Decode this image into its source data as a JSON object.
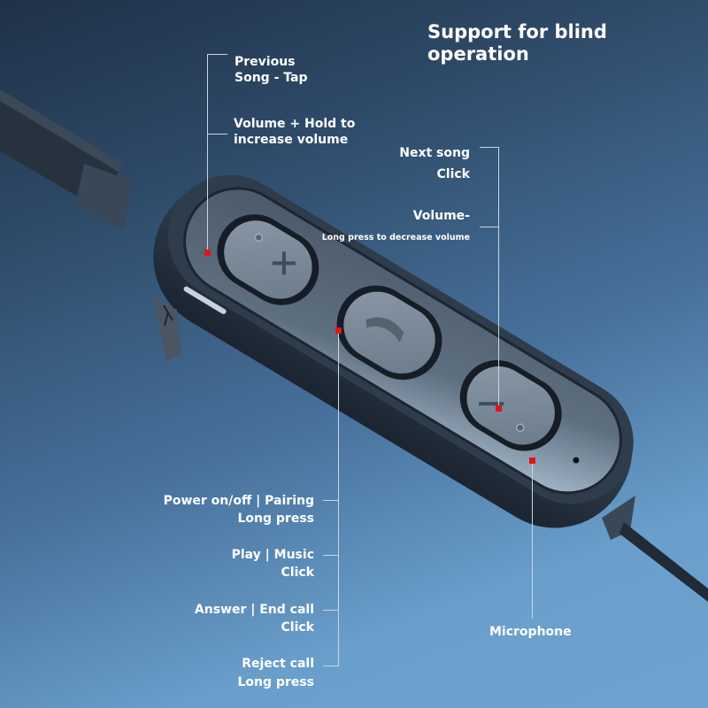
{
  "title": "Support for blind operation",
  "colors": {
    "background_top": "#1f3148",
    "background_bottom": "#6fa2cf",
    "marker": "#e01616",
    "leader_line": "#c9d6e3",
    "device_body": "#26323f",
    "button_face": "#7f8e9c"
  },
  "device": {
    "buttons": [
      {
        "name": "volume-up",
        "icon": "plus-icon"
      },
      {
        "name": "multifunction",
        "icon": "phone-handset-icon"
      },
      {
        "name": "volume-down",
        "icon": "minus-icon"
      }
    ],
    "microphone": {
      "icon": "microphone-hole-icon"
    },
    "charging_port": {
      "icon": "usb-icon"
    }
  },
  "callouts": {
    "volume_up": {
      "line1_a": "Previous",
      "line1_b": "Song - Tap",
      "line2_a": "Volume + Hold to",
      "line2_b": "increase volume"
    },
    "volume_down": {
      "line1_a": "Next song",
      "line1_b": "Click",
      "line2_a": "Volume-",
      "line2_b": "Long press to decrease volume"
    },
    "multifunction": [
      {
        "action": "Power on/off | Pairing",
        "gesture": "Long press"
      },
      {
        "action": "Play | Music",
        "gesture": "Click"
      },
      {
        "action": "Answer | End call",
        "gesture": "Click"
      },
      {
        "action": "Reject call",
        "gesture": "Long press"
      }
    ],
    "microphone": {
      "label": "Microphone"
    }
  }
}
